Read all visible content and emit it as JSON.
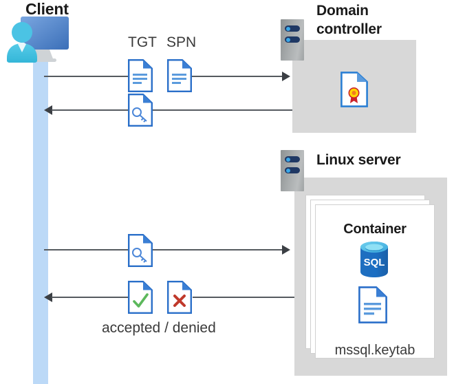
{
  "diagram": {
    "title": "Kerberos authentication flow between client, domain controller and Linux server container",
    "actors": {
      "client": {
        "label": "Client",
        "icon": "client-computer-icon"
      },
      "domain_controller": {
        "label": "Domain\ncontroller",
        "line1": "Domain",
        "line2": "controller",
        "icon": "server-rack-icon"
      },
      "linux_server": {
        "label": "Linux server",
        "icon": "server-rack-icon"
      },
      "container": {
        "label": "Container",
        "icons": [
          "sql-database-icon",
          "document-icon"
        ]
      }
    },
    "artifacts": {
      "tgt": {
        "label": "TGT",
        "icon": "document-icon"
      },
      "spn": {
        "label": "SPN",
        "icon": "document-icon"
      },
      "ticket_key": {
        "label": "",
        "icon": "document-key-icon"
      },
      "service_ticket": {
        "label": "",
        "icon": "document-key-icon"
      },
      "accepted": {
        "icon": "document-check-icon"
      },
      "denied": {
        "icon": "document-cross-icon"
      },
      "result_label": "accepted / denied",
      "keytab": {
        "label": "mssql.keytab",
        "icon": "document-icon"
      }
    },
    "messages": [
      {
        "id": "req-tgt-spn",
        "direction": "right",
        "from": "client",
        "to": "domain_controller"
      },
      {
        "id": "resp-ticket",
        "direction": "left",
        "from": "domain_controller",
        "to": "client"
      },
      {
        "id": "req-service",
        "direction": "right",
        "from": "client",
        "to": "linux_server"
      },
      {
        "id": "resp-result",
        "direction": "left",
        "from": "linux_server",
        "to": "client"
      }
    ],
    "colors": {
      "lifeline": "#bcd9f7",
      "box_gray": "#d8d8d8",
      "line": "#555a5f",
      "doc_blue": "#3b7fd4",
      "accent_blue": "#2a6fc9",
      "sql_blue": "#1b6ec2",
      "check_green": "#5cb85c",
      "cross_red": "#c0392b",
      "seal_yellow": "#ffd500",
      "seal_red": "#cc2229",
      "text_dark": "#1a1a1a",
      "text_body": "#3a3a3a"
    }
  }
}
